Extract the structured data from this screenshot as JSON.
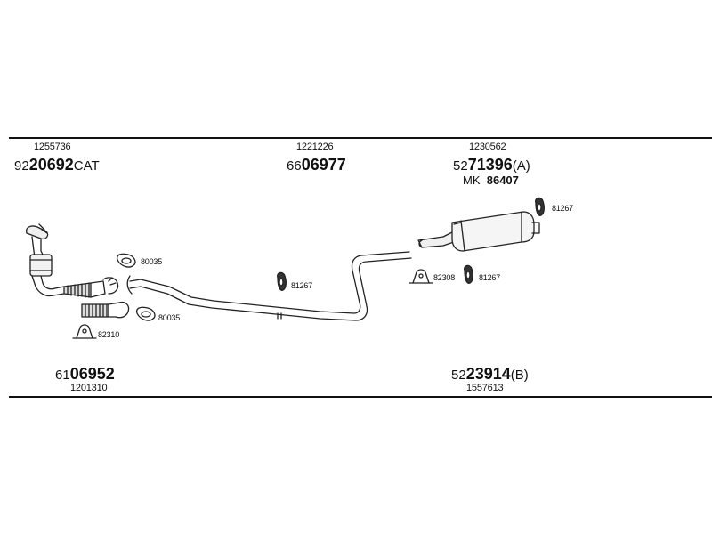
{
  "sections": {
    "front": {
      "ref_number": "1255736",
      "part_prefix": "92",
      "part_bold": "20692",
      "part_suffix": "CAT"
    },
    "middle": {
      "ref_number": "1221226",
      "part_prefix": "66",
      "part_bold": "06977"
    },
    "rear": {
      "ref_number": "1230562",
      "part_prefix": "52",
      "part_bold": "71396",
      "part_suffix": "(A)",
      "kit_label": "MK",
      "kit_number": "86407"
    },
    "lower_front": {
      "part_prefix": "61",
      "part_bold": "06952",
      "ref_number": "1201310"
    },
    "lower_rear": {
      "part_prefix": "52",
      "part_bold": "23914",
      "part_suffix": "(B)",
      "ref_number": "1557613"
    }
  },
  "small_parts": {
    "gasket_upper": "80035",
    "gasket_lower": "80035",
    "clamp_front": "82310",
    "hanger_middle": "81267",
    "clamp_rear": "82308",
    "hanger_rear_lower": "81267",
    "hanger_rear_upper": "81267"
  }
}
